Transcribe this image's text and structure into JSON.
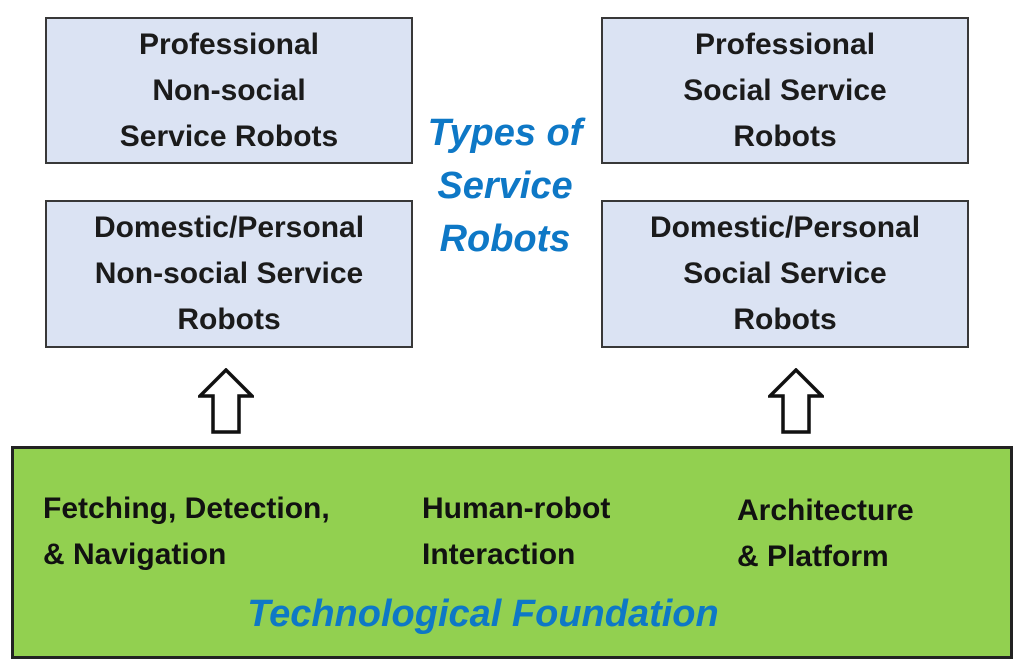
{
  "diagram": {
    "center_label": "Types of\nService\nRobots",
    "boxes": [
      {
        "name": "professional-non-social-service-robots",
        "label": "Professional\nNon-social\nService Robots"
      },
      {
        "name": "professional-social-service-robots",
        "label": "Professional\nSocial Service\nRobots"
      },
      {
        "name": "domestic-personal-non-social-service-robots",
        "label": "Domestic/Personal\nNon-social Service\nRobots"
      },
      {
        "name": "domestic-personal-social-service-robots",
        "label": "Domestic/Personal\nSocial Service\nRobots"
      }
    ],
    "foundation": {
      "title": "Technological Foundation",
      "items": [
        {
          "label": "Fetching, Detection,\n& Navigation"
        },
        {
          "label": "Human-robot\nInteraction"
        },
        {
          "label": "Architecture\n& Platform"
        }
      ]
    },
    "icons": {
      "up_arrow": "up-arrow"
    },
    "colors": {
      "box_fill": "#dbe3f3",
      "box_border": "#383838",
      "foundation_fill": "#92d050",
      "foundation_border": "#222222",
      "accent_blue": "#0e78c6",
      "text_dark": "#1b1b1b"
    }
  }
}
